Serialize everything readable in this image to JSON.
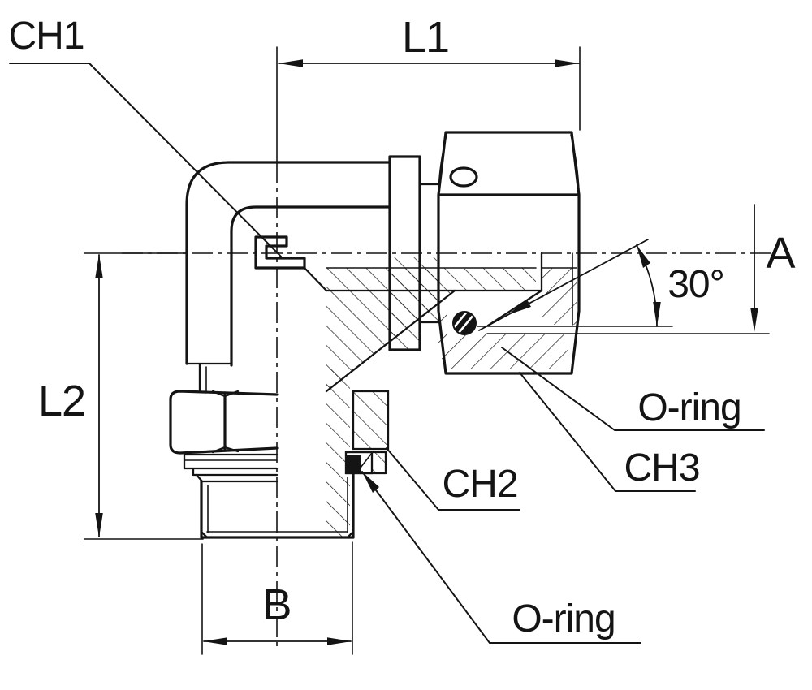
{
  "drawing": {
    "type": "technical-section-drawing",
    "subject": "90-degree swivel elbow hydraulic fitting, half section",
    "background_color": "#ffffff",
    "line_color": "#141414",
    "callouts": {
      "ch1": "CH1",
      "ch2": "CH2",
      "ch3": "CH3",
      "oring_top": "O-ring",
      "oring_bottom": "O-ring"
    },
    "dimensions": {
      "l1": "L1",
      "l2": "L2",
      "a": "A",
      "b": "B",
      "angle": "30°"
    }
  }
}
